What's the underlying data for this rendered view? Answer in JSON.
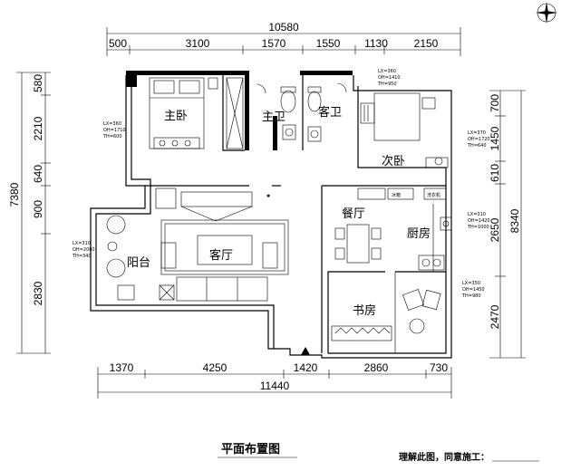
{
  "dimensions": {
    "top_total": "10580",
    "top_segments": [
      "500",
      "3100",
      "1570",
      "1550",
      "1130",
      "2150"
    ],
    "bottom_segments": [
      "1370",
      "4250",
      "1420",
      "2860",
      "730"
    ],
    "bottom_total": "11440",
    "left_total": "7380",
    "left_segments": [
      "580",
      "2210",
      "640",
      "900",
      "2830"
    ],
    "right_total": "8340",
    "right_segments": [
      "700",
      "1450",
      "610",
      "2650",
      "2470"
    ]
  },
  "rooms": {
    "master_bedroom": "主卧",
    "master_bath": "主卫",
    "guest_bath": "客卫",
    "second_bedroom": "次卧",
    "dining": "餐厅",
    "kitchen": "厨房",
    "living": "客厅",
    "balcony": "阳台",
    "study": "书房"
  },
  "window_labels": {
    "master": [
      "LX=360",
      "OH=1710",
      "TH=600"
    ],
    "second_top": [
      "LX=360",
      "OH=1410",
      "TH=950"
    ],
    "second_right": [
      "LX=370",
      "OH=1720",
      "TH=640"
    ],
    "kitchen": [
      "LX=310",
      "OH=1420",
      "TH=1000"
    ],
    "balcony": [
      "LX=310",
      "OH=2080",
      "TH=340"
    ],
    "study": [
      "LX=350",
      "OH=1450",
      "TH=980"
    ]
  },
  "fixtures": {
    "fridge": "冰箱",
    "washer": "洗衣机"
  },
  "footer": {
    "title": "平面布置图",
    "note": "理解此图，同意施工："
  }
}
